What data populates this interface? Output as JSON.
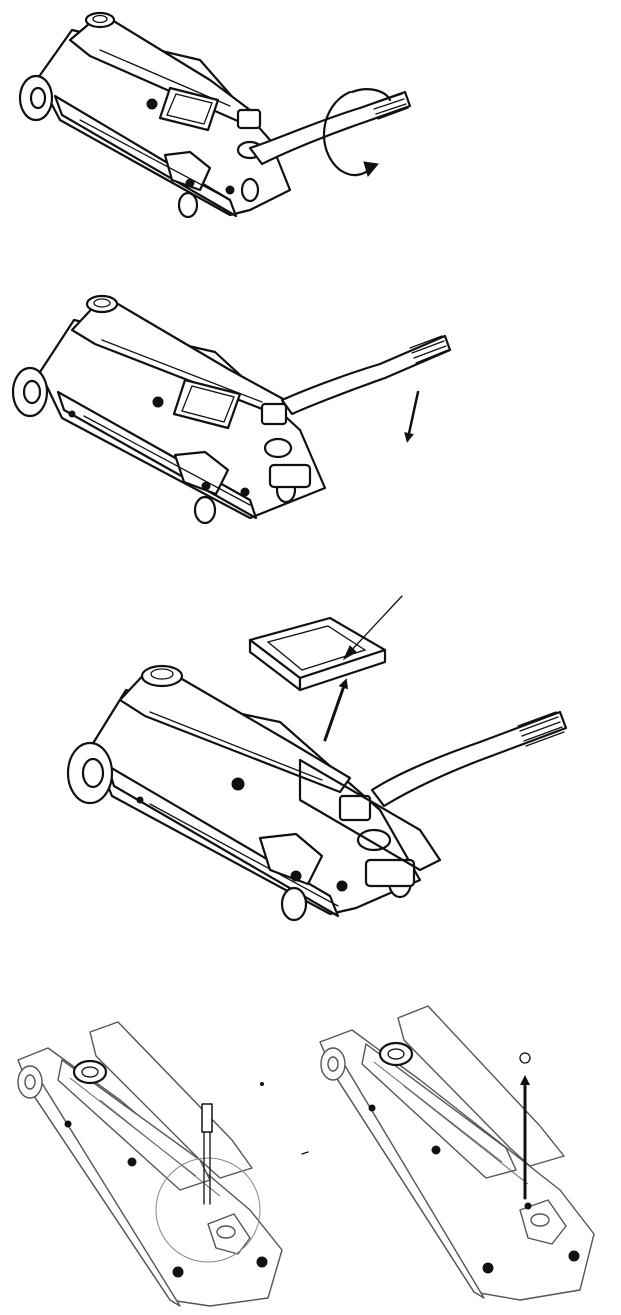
{
  "figures": [
    {
      "id": "step-1",
      "icons": [
        "floor-jack",
        "rotate-arrow-icon"
      ]
    },
    {
      "id": "step-2",
      "icons": [
        "floor-jack",
        "down-arrow-icon"
      ]
    },
    {
      "id": "step-3",
      "icons": [
        "floor-jack",
        "cover-plate",
        "leader-line",
        "up-arrow-icon"
      ]
    },
    {
      "id": "step-4a",
      "icons": [
        "floor-jack-top-view",
        "dipstick",
        "detail-circle"
      ]
    },
    {
      "id": "step-4b",
      "icons": [
        "floor-jack-top-view",
        "up-arrow-icon"
      ]
    }
  ],
  "colors": {
    "line": "#111111",
    "background": "#ffffff"
  }
}
